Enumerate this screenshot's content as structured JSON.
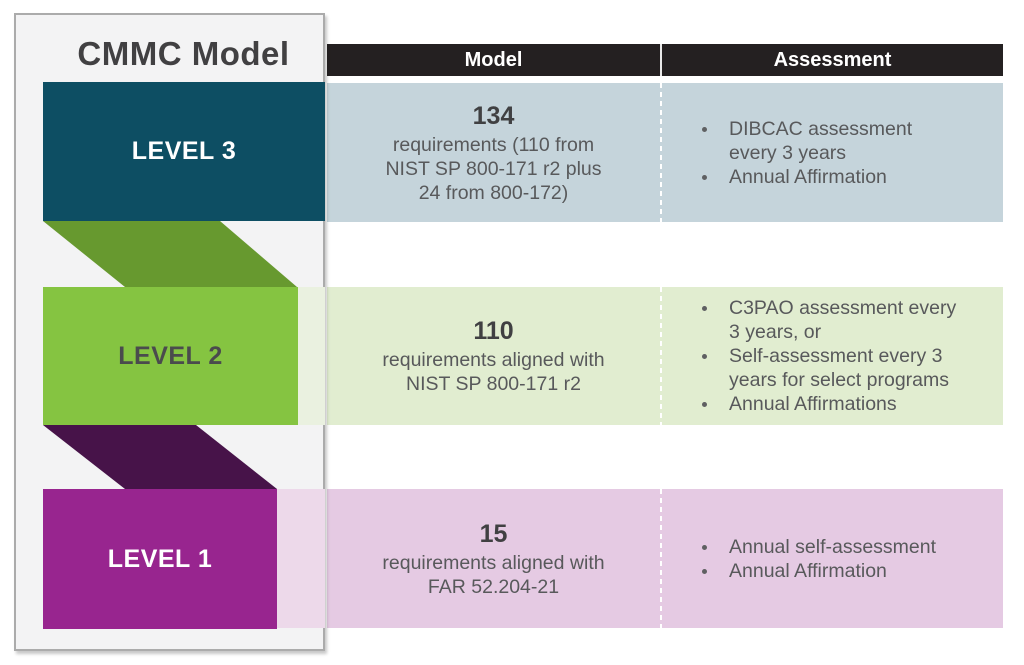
{
  "panel": {
    "title": "CMMC Model",
    "levels": [
      {
        "label": "LEVEL 3",
        "color": "#0d4e63",
        "text_color": "#ffffff"
      },
      {
        "label": "LEVEL 2",
        "color": "#85c441",
        "text_color": "#4a4b4d"
      },
      {
        "label": "LEVEL 1",
        "color": "#98258f",
        "text_color": "#ffffff"
      }
    ]
  },
  "table": {
    "header": {
      "model": "Model",
      "assessment": "Assessment"
    },
    "rows": [
      {
        "level": "LEVEL 3",
        "model_number": "134",
        "model_text": "requirements (110 from\nNIST SP 800-171 r2 plus\n24 from 800-172)",
        "assessment_bullets": [
          "DIBCAC assessment\nevery 3 years",
          "Annual Affirmation"
        ]
      },
      {
        "level": "LEVEL 2",
        "model_number": "110",
        "model_text": "requirements aligned with\nNIST SP 800-171 r2",
        "assessment_bullets": [
          "C3PAO assessment every\n3 years, or",
          "Self-assessment every 3\nyears for select programs",
          "Annual Affirmations"
        ]
      },
      {
        "level": "LEVEL 1",
        "model_number": "15",
        "model_text": "requirements aligned with\nFAR 52.204-21",
        "assessment_bullets": [
          "Annual self-assessment",
          "Annual Affirmation"
        ]
      }
    ]
  },
  "colors": {
    "level3": "#0d4e63",
    "level2": "#85c441",
    "level1": "#98258f",
    "fold_green": "#67992f",
    "fold_purple": "#471349",
    "header_bg": "#242021",
    "row_level3_bg": "#c5d4db",
    "row_level2_bg": "#e1edd0",
    "row_level1_bg": "#e5cae3",
    "panel_bg": "#f3f3f4",
    "panel_border": "#ababab",
    "title_text": "#414042",
    "body_text": "#58595b"
  }
}
